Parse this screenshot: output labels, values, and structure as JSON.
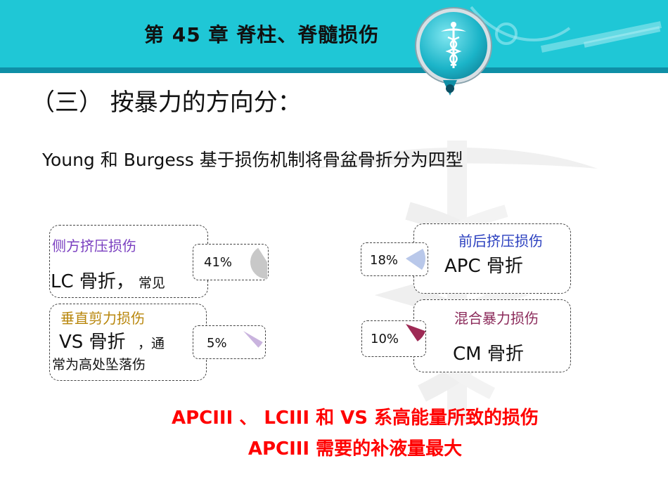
{
  "header": {
    "title": "第 45 章  脊柱、脊髓损伤"
  },
  "section": {
    "heading": "（三）  按暴力的方向分："
  },
  "subtitle": "Young 和 Burgess 基于损伤机制将骨盆骨折分为四型",
  "types": {
    "lc": {
      "mechanism": "侧方挤压损伤",
      "name": "LC 骨折，",
      "note": "常见",
      "percent_label": "41%",
      "percent": 41,
      "color": "#c8c8c8"
    },
    "vs": {
      "mechanism": "垂直剪力损伤",
      "name": "VS 骨折",
      "note_line1": "，通",
      "note_line2": "常为高处坠落伤",
      "percent_label": "5%",
      "percent": 5,
      "color": "#c9b3de"
    },
    "apc": {
      "mechanism": "前后挤压损伤",
      "name": "APC 骨折",
      "percent_label": "18%",
      "percent": 18,
      "color": "#b9c8ea"
    },
    "cm": {
      "mechanism": "混合暴力损伤",
      "name": "CM 骨折",
      "percent_label": "10%",
      "percent": 10,
      "color": "#9e2a55"
    }
  },
  "colors": {
    "lc_label": "#7a3fc0",
    "vs_label": "#b8860b",
    "apc_label": "#2a3fbf",
    "cm_label": "#8b2a5a",
    "footer": "#ff0000",
    "header_bg": "#1fc7d6"
  },
  "footer": {
    "line1": "APCIII 、 LCIII 和 VS 系高能量所致的损伤",
    "line2": "APCIII 需要的补液量最大"
  },
  "icons": [
    "caduceus-icon",
    "medical-watermark-icon"
  ]
}
